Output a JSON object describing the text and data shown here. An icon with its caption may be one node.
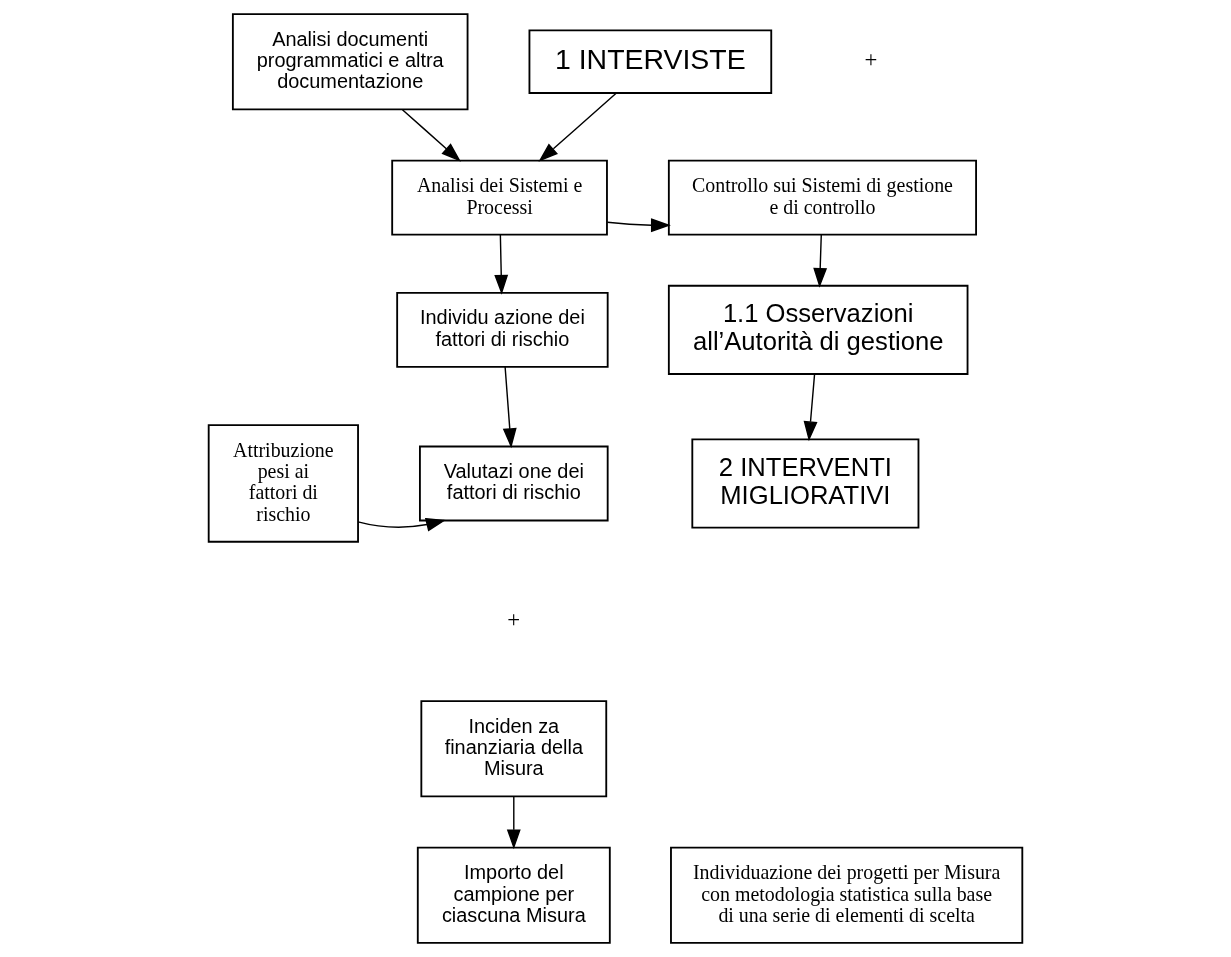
{
  "diagram": {
    "nodes": [
      {
        "text": [
          "Analisi documenti programmatici e altra documentazione"
        ]
      },
      {
        "text": [
          "1 INTERVISTE"
        ]
      },
      {
        "text": [
          "Analisi dei Sistemi e Processi"
        ]
      },
      {
        "text": [
          "Controllo sui Sistemi di gestione e di controllo"
        ]
      },
      {
        "text": [
          "Individu azione dei fattori di rischio"
        ]
      },
      {
        "text": [
          "1.1 Osservazioni all’Autorità di gestione"
        ]
      },
      {
        "text": [
          "Attribuzione pesi ai fattori di rischio"
        ]
      },
      {
        "text": [
          "Valutazi one dei fattori di rischio"
        ]
      },
      {
        "text": [
          "2 INTERVENTI MIGLIORATIVI"
        ]
      },
      {
        "text": [
          "Inciden za finanziaria della Misura"
        ]
      },
      {
        "text": [
          "Importo del campione per ciascuna Misura"
        ]
      },
      {
        "text": [
          "Individuazione dei progetti per Misura con metodologia statistica sulla base di una serie di elementi di scelta"
        ]
      }
    ],
    "edges": [
      {
        "from": 0,
        "to": 2,
        "arrow": "to"
      },
      {
        "from": 1,
        "to": 2,
        "arrow": "to"
      },
      {
        "from": 2,
        "to": 3,
        "arrow": "to"
      },
      {
        "from": 2,
        "to": 4,
        "arrow": "to"
      },
      {
        "from": 3,
        "to": 5,
        "arrow": "to"
      },
      {
        "from": 4,
        "to": 7,
        "arrow": "to"
      },
      {
        "from": 6,
        "to": 7,
        "arrow": "to"
      },
      {
        "from": 5,
        "to": 8,
        "arrow": "to"
      },
      {
        "from": 9,
        "to": 10,
        "arrow": "to"
      }
    ],
    "labels": [
      "+",
      "+"
    ]
  }
}
